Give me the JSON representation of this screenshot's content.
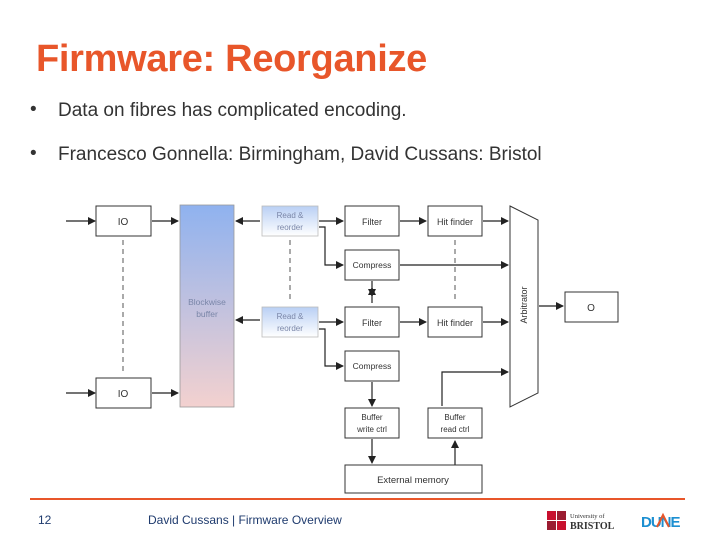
{
  "slide": {
    "title": "Firmware: Reorganize",
    "bullets": [
      "Data on fibres has complicated encoding.",
      "Francesco Gonnella: Birmingham, David Cussans: Bristol"
    ],
    "page_number": "12",
    "footer": "David Cussans | Firmware Overview"
  },
  "diagram": {
    "io_top": "IO",
    "io_bottom": "IO",
    "buffer_line1": "Blockwise",
    "buffer_line2": "buffer",
    "read_reorder_line1": "Read &",
    "read_reorder_line2": "reorder",
    "filter": "Filter",
    "hit_finder": "Hit finder",
    "compress": "Compress",
    "arbitrator": "Arbitrator",
    "output": "O",
    "buffer_write_line1": "Buffer",
    "buffer_write_line2": "write ctrl",
    "buffer_read_line1": "Buffer",
    "buffer_read_line2": "read ctrl",
    "external_memory": "External memory"
  },
  "logos": {
    "bristol_line1": "University of",
    "bristol_line2": "BRISTOL",
    "dune": "DUNE"
  },
  "colors": {
    "title": "#e8562a",
    "accent_line": "#e8562a",
    "footer_text": "#1f3b6e"
  }
}
